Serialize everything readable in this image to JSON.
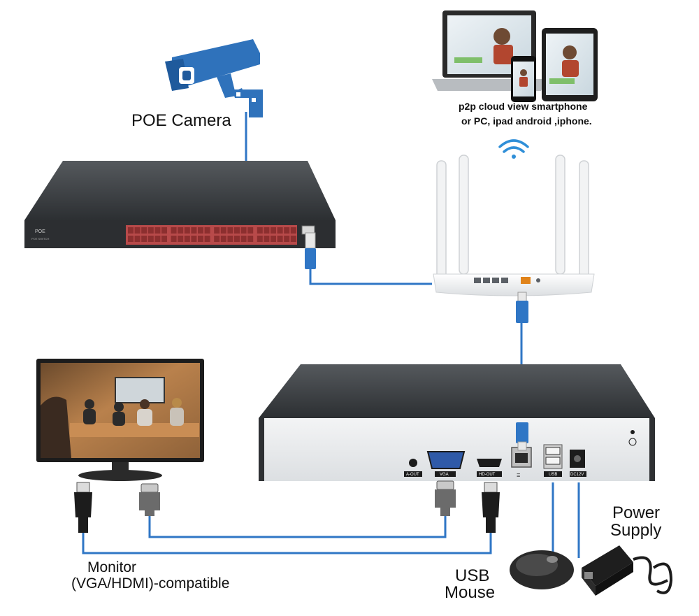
{
  "labels": {
    "poe_camera": "POE Camera",
    "p2p_line1": "p2p cloud  view smartphone",
    "p2p_line2": "or PC, ipad android ,iphone.",
    "monitor_line1": "Monitor",
    "monitor_line2": "(VGA/HDMI)-compatible",
    "usb_mouse_line1": "USB",
    "usb_mouse_line2": "Mouse",
    "power_line1": "Power",
    "power_line2": "Supply"
  },
  "switch": {
    "brand": "POE",
    "model": "POE SWITCH"
  },
  "nvr_ports": {
    "audio_out": "A-OUT",
    "vga": "VGA",
    "hdmi_out": "HD-OUT",
    "usb": "USB",
    "dc": "DC12V"
  },
  "colors": {
    "cable": "#2f76c5",
    "camera": "#2f72bb",
    "device_dark": "#3a3d40",
    "panel_light": "#e8eaec",
    "poe_port_red": "#b84a4a",
    "router_white": "#f4f5f6"
  },
  "icons": [
    "wifi-icon",
    "camera-icon",
    "mouse-icon",
    "power-adapter-icon"
  ]
}
